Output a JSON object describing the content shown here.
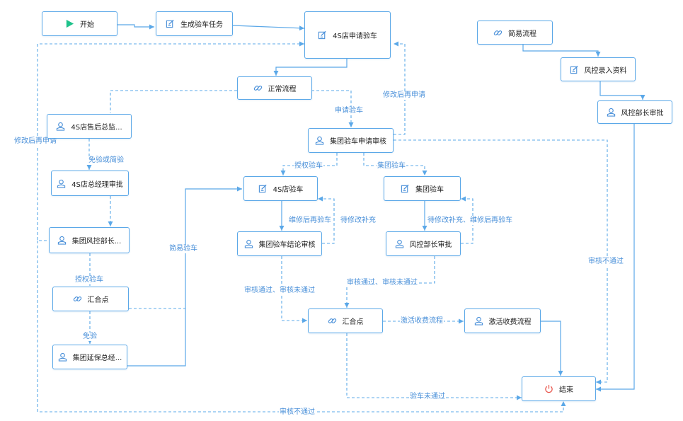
{
  "nodes": {
    "start": {
      "label": "开始",
      "icon": "play"
    },
    "gen_task": {
      "label": "生成验车任务",
      "icon": "edit"
    },
    "apply": {
      "label": "4S店申请验车",
      "icon": "edit"
    },
    "simple_flow": {
      "label": "简易流程",
      "icon": "link"
    },
    "risk_input": {
      "label": "风控录入资料",
      "icon": "edit"
    },
    "risk_head_r": {
      "label": "风控部长审批",
      "icon": "user"
    },
    "normal_flow": {
      "label": "正常流程",
      "icon": "link"
    },
    "aftersale": {
      "label": "4S店售后总监...",
      "icon": "user"
    },
    "group_apply_review": {
      "label": "集团验车申请审核",
      "icon": "user"
    },
    "gm_approve": {
      "label": "4S店总经理审批",
      "icon": "user"
    },
    "shop_check": {
      "label": "4S店验车",
      "icon": "edit"
    },
    "group_check": {
      "label": "集团验车",
      "icon": "edit"
    },
    "group_risk": {
      "label": "集团风控部长...",
      "icon": "user"
    },
    "conclusion_review": {
      "label": "集团验车结论审核",
      "icon": "user"
    },
    "risk_head_m": {
      "label": "风控部长审批",
      "icon": "user"
    },
    "merge_left": {
      "label": "汇合点",
      "icon": "link"
    },
    "merge_mid": {
      "label": "汇合点",
      "icon": "link"
    },
    "activate_fee": {
      "label": "激活收费流程",
      "icon": "user"
    },
    "warranty": {
      "label": "集团延保总经...",
      "icon": "user"
    },
    "end": {
      "label": "结束",
      "icon": "power"
    }
  },
  "edge_labels": {
    "resubmit_left": "修改后再申请",
    "resubmit_right": "修改后再申请",
    "apply_check": "申请验车",
    "exempt_or_simple": "免验或简验",
    "authorize_check_1": "授权验车",
    "group_check_edge": "集团验车",
    "simple_check": "简易验车",
    "repair_recheck_1": "维修后再验车",
    "pending_supplement_1": "待修改补充",
    "pending_supplement_2": "待修改补充、维修后再验车",
    "review_not_passed_right": "审核不通过",
    "authorize_check_2": "授权验车",
    "review_passed_1": "审核通过、审核未通过",
    "review_passed_2": "审核通过、审核未通过",
    "activate_fee_edge": "激活收费流程",
    "exempt": "免验",
    "check_not_passed": "验车未通过",
    "review_not_passed_bottom": "审核不通过"
  },
  "colors": {
    "accent": "#5ba8e8",
    "label": "#4a90d9",
    "start": "#1ec28b",
    "end": "#e8534a"
  }
}
